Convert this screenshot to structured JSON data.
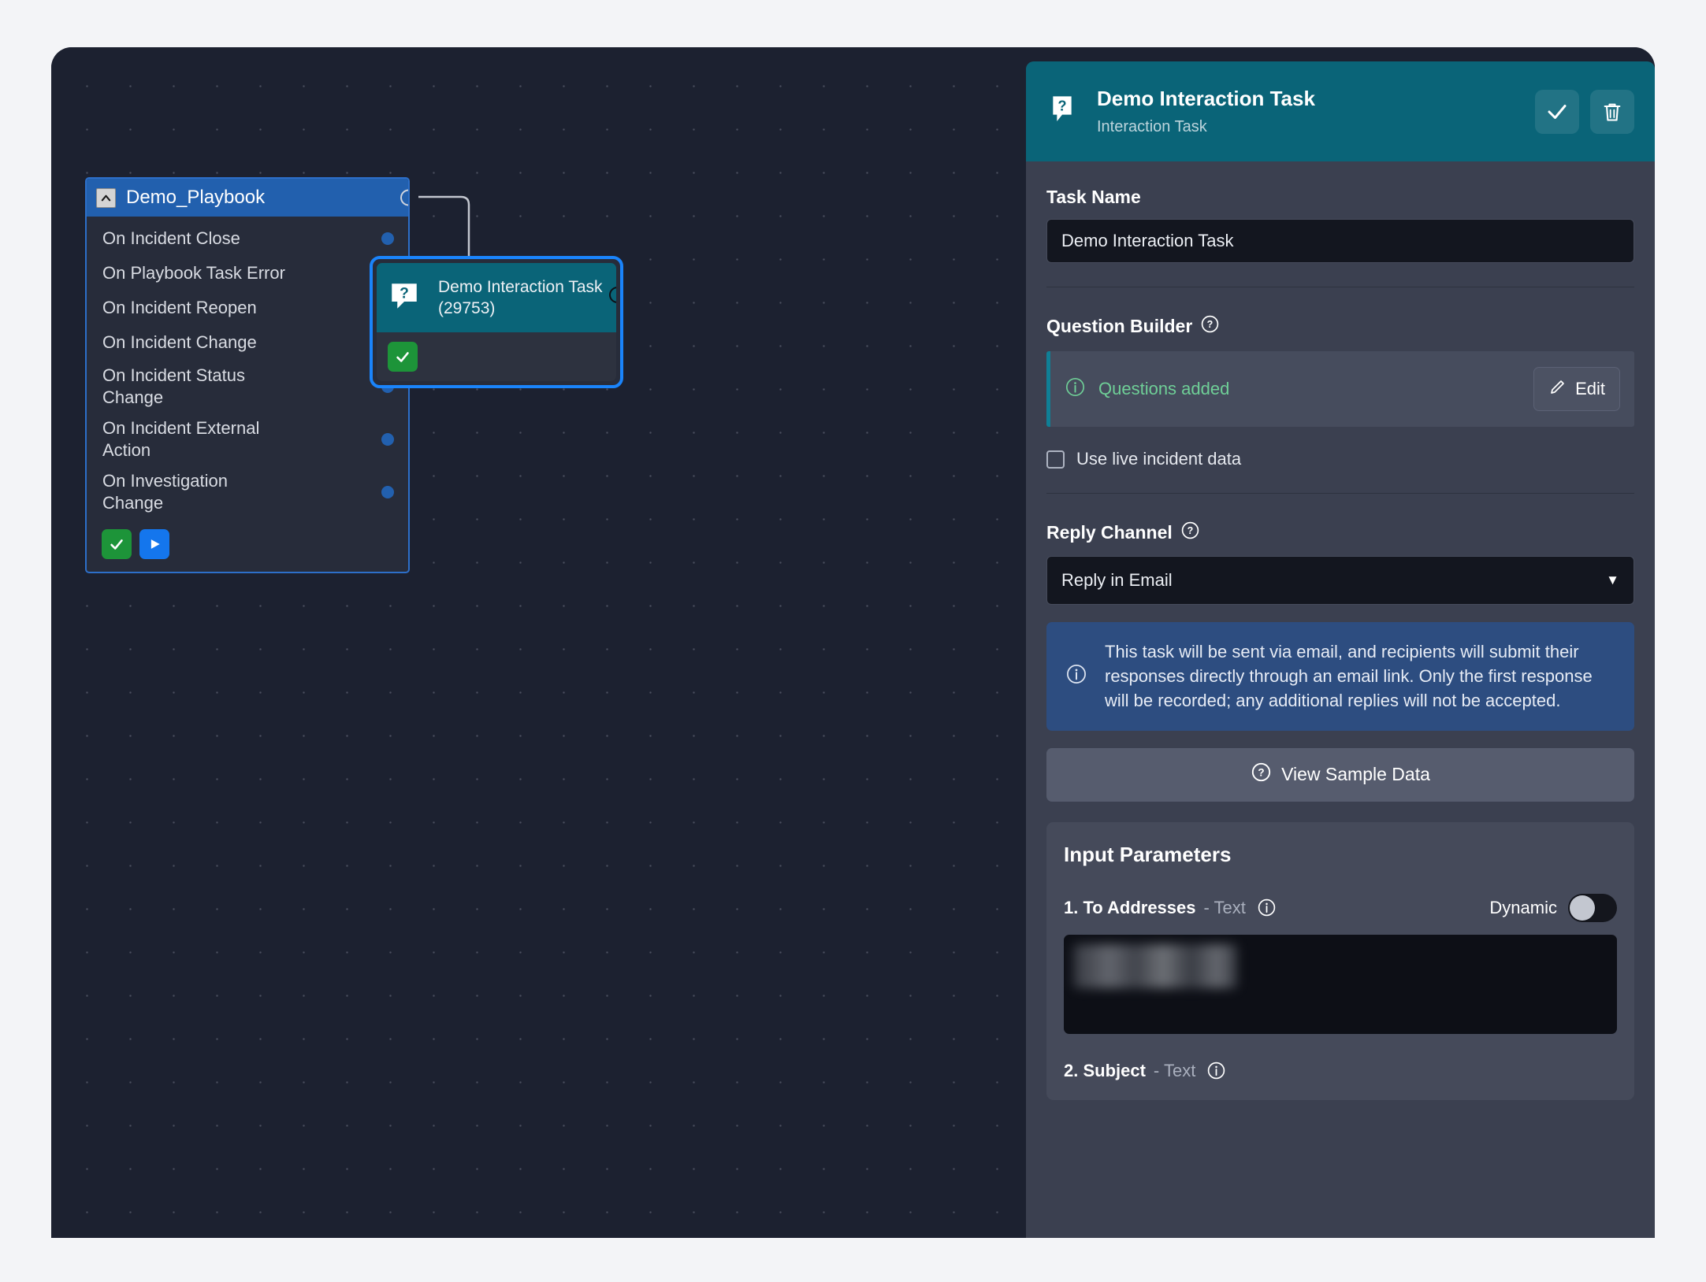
{
  "canvas": {
    "playbook_node": {
      "title": "Demo_Playbook",
      "collapse_icon": "chevron-up-icon",
      "triggers": [
        {
          "label": "On Incident Close"
        },
        {
          "label": "On Playbook Task Error"
        },
        {
          "label": "On Incident Reopen"
        },
        {
          "label": "On Incident Change"
        },
        {
          "label": "On Incident Status Change"
        },
        {
          "label": "On Incident External Action"
        },
        {
          "label": "On Investigation Change"
        }
      ],
      "actions": [
        {
          "icon": "check-icon",
          "color": "#1d9439"
        },
        {
          "icon": "play-icon",
          "color": "#1476ed"
        }
      ]
    },
    "task_node": {
      "icon": "question-bubble-icon",
      "title": "Demo Interaction Task",
      "id_label": "(29753)",
      "status_icon": "check-icon",
      "header_color": "#0a6478",
      "selected_outline_color": "#1a84fb"
    }
  },
  "panel": {
    "header": {
      "icon": "question-bubble-icon",
      "title": "Demo Interaction Task",
      "subtitle": "Interaction Task",
      "save_icon": "check-icon",
      "delete_icon": "trash-icon",
      "background_color": "#0a6478"
    },
    "task_name": {
      "label": "Task Name",
      "value": "Demo Interaction Task"
    },
    "question_builder": {
      "label": "Question Builder",
      "help_icon": "question-circle-icon",
      "status_text": "Questions added",
      "status_icon": "info-circle-icon",
      "status_color": "#6fcf97",
      "accent_color": "#0f7f96",
      "edit_label": "Edit",
      "edit_icon": "pencil-icon"
    },
    "live_data_checkbox": {
      "label": "Use live incident data",
      "checked": false
    },
    "reply_channel": {
      "label": "Reply Channel",
      "help_icon": "question-circle-icon",
      "value": "Reply in Email",
      "arrow_icon": "chevron-down-icon"
    },
    "info_notice": {
      "icon": "info-circle-icon",
      "text": "This task will be sent via email, and recipients will submit their responses directly through an email link. Only the first response will be recorded; any additional replies will not be accepted.",
      "background_color": "#2d4d80"
    },
    "sample_data_button": {
      "label": "View Sample Data",
      "icon": "question-circle-icon"
    },
    "input_parameters": {
      "title": "Input Parameters",
      "params": [
        {
          "name": "1. To Addresses",
          "type": "- Text",
          "info_icon": "info-circle-icon",
          "dynamic_label": "Dynamic",
          "dynamic_on": false,
          "value": "",
          "value_redacted": true
        },
        {
          "name": "2. Subject",
          "type": "- Text",
          "info_icon": "info-circle-icon"
        }
      ]
    }
  }
}
